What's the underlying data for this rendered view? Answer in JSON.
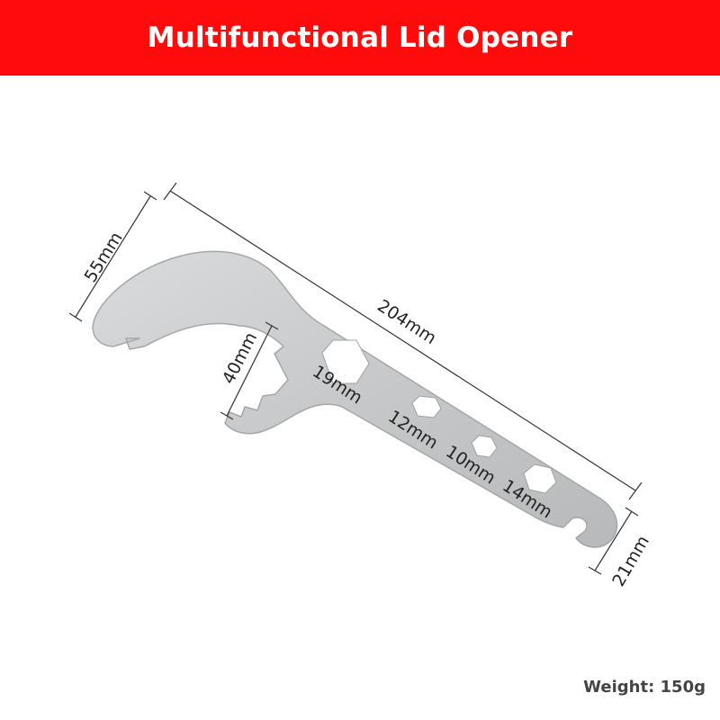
{
  "banner": {
    "title": "Multifunctional Lid Opener",
    "background_color": "#ff0b0b",
    "text_color": "#ffffff"
  },
  "tool": {
    "material_color": "#c9cbcc"
  },
  "dimensions": {
    "length": "204mm",
    "hook_height": "55mm",
    "jaw_opening": "40mm",
    "end_width": "21mm"
  },
  "hex_holes": {
    "hole_19": "19mm",
    "hole_12": "12mm",
    "hole_10": "10mm",
    "hole_14": "14mm"
  },
  "weight_label": "Weight: 150g"
}
